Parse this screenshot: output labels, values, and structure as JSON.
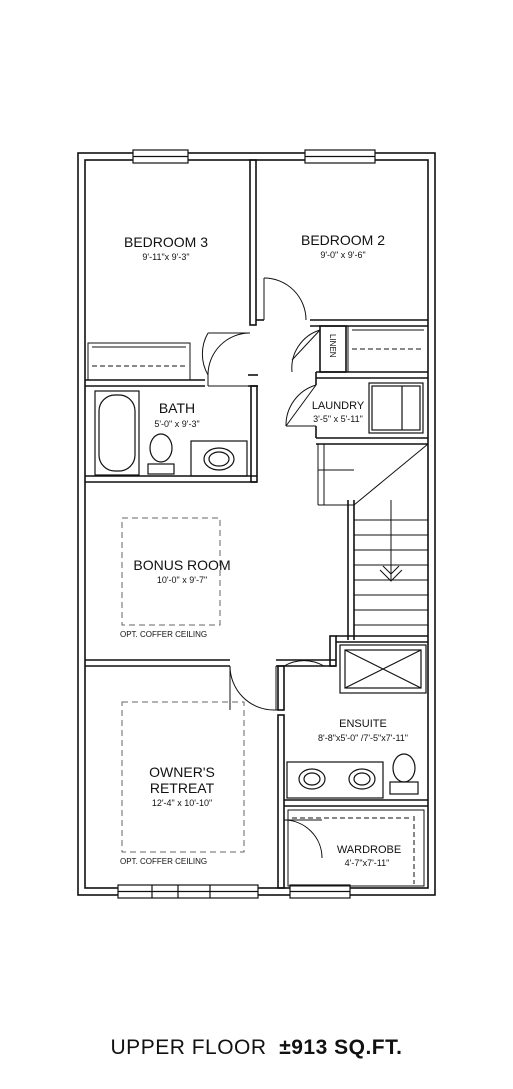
{
  "rooms": {
    "bedroom3": {
      "name": "BEDROOM 3",
      "dims": "9'-11\"x 9'-3\""
    },
    "bedroom2": {
      "name": "BEDROOM 2",
      "dims": "9'-0\" x 9'-6\""
    },
    "linen": {
      "name": "LINEN"
    },
    "bath": {
      "name": "BATH",
      "dims": "5'-0\" x 9'-3\""
    },
    "laundry": {
      "name": "LAUNDRY",
      "dims": "3'-5\" x 5'-11\""
    },
    "bonus": {
      "name": "BONUS ROOM",
      "dims": "10'-0\" x 9'-7\"",
      "note": "OPT. COFFER CEILING"
    },
    "owners": {
      "name_line1": "OWNER'S",
      "name_line2": "RETREAT",
      "dims": "12'-4\" x 10'-10\"",
      "note": "OPT. COFFER CEILING"
    },
    "ensuite": {
      "name": "ENSUITE",
      "dims": "8'-8\"x5'-0\" /7'-5\"x7'-11\""
    },
    "wardrobe": {
      "name": "WARDROBE",
      "dims": "4'-7\"x7'-11\""
    }
  },
  "caption": {
    "floor": "UPPER FLOOR",
    "area": "±913 SQ.FT."
  }
}
